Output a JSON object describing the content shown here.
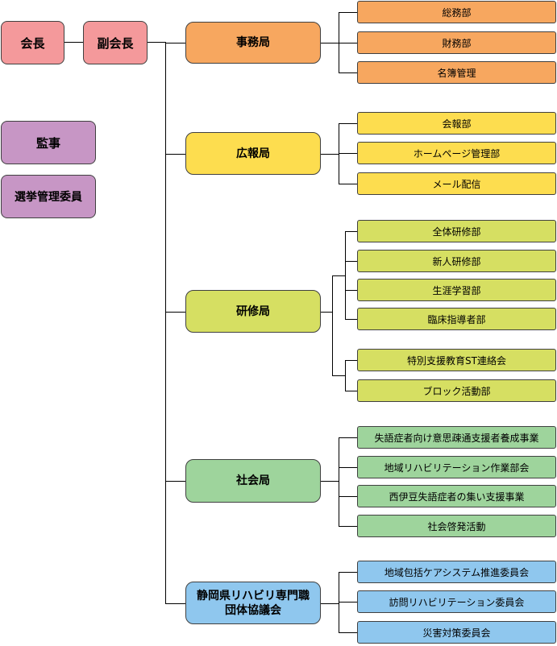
{
  "colors": {
    "pink": "#f4999b",
    "purple": "#c796c5",
    "orange": "#f7a75f",
    "yellow": "#fddd4f",
    "lime": "#d6df62",
    "green": "#9ed49c",
    "blue": "#8fc7ee"
  },
  "roles": {
    "president": "会長",
    "vice_president": "副会長",
    "auditor": "監事",
    "election_committee": "選挙管理委員"
  },
  "bureaus": [
    {
      "label": "事務局",
      "color": "orange",
      "departments": [
        "総務部",
        "財務部",
        "名簿管理"
      ]
    },
    {
      "label": "広報局",
      "color": "yellow",
      "departments": [
        "会報部",
        "ホームページ管理部",
        "メール配信"
      ]
    },
    {
      "label": "研修局",
      "color": "lime",
      "departments": [
        "全体研修部",
        "新人研修部",
        "生涯学習部",
        "臨床指導者部",
        "特別支援教育ST連絡会",
        "ブロック活動部"
      ]
    },
    {
      "label": "社会局",
      "color": "green",
      "departments": [
        "失語症者向け意思疎通支援者養成事業",
        "地域リハビリテーション作業部会",
        "西伊豆失語症者の集い支援事業",
        "社会啓発活動"
      ]
    },
    {
      "label": "静岡県リハビリ専門職\n団体協議会",
      "color": "blue",
      "departments": [
        "地域包括ケアシステム推進委員会",
        "訪問リハビリテーション委員会",
        "災害対策委員会"
      ]
    }
  ]
}
